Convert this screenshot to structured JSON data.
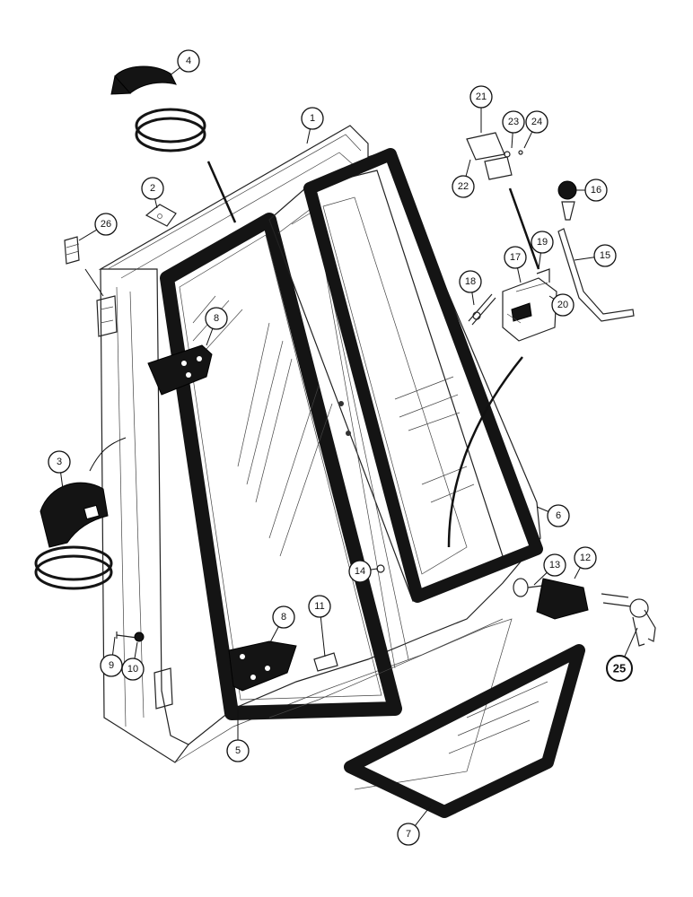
{
  "callouts": [
    {
      "id": "1",
      "label": "1"
    },
    {
      "id": "2",
      "label": "2"
    },
    {
      "id": "3",
      "label": "3"
    },
    {
      "id": "4",
      "label": "4"
    },
    {
      "id": "5",
      "label": "5"
    },
    {
      "id": "6",
      "label": "6"
    },
    {
      "id": "7",
      "label": "7"
    },
    {
      "id": "8a",
      "label": "8"
    },
    {
      "id": "8b",
      "label": "8"
    },
    {
      "id": "9",
      "label": "9"
    },
    {
      "id": "10",
      "label": "10"
    },
    {
      "id": "11",
      "label": "11"
    },
    {
      "id": "12",
      "label": "12"
    },
    {
      "id": "13",
      "label": "13"
    },
    {
      "id": "14",
      "label": "14"
    },
    {
      "id": "15",
      "label": "15"
    },
    {
      "id": "16",
      "label": "16"
    },
    {
      "id": "17",
      "label": "17"
    },
    {
      "id": "18",
      "label": "18"
    },
    {
      "id": "19",
      "label": "19"
    },
    {
      "id": "20",
      "label": "20"
    },
    {
      "id": "21",
      "label": "21"
    },
    {
      "id": "22",
      "label": "22"
    },
    {
      "id": "23",
      "label": "23"
    },
    {
      "id": "24",
      "label": "24"
    },
    {
      "id": "25",
      "label": "25",
      "bold": true
    },
    {
      "id": "26",
      "label": "26"
    }
  ]
}
